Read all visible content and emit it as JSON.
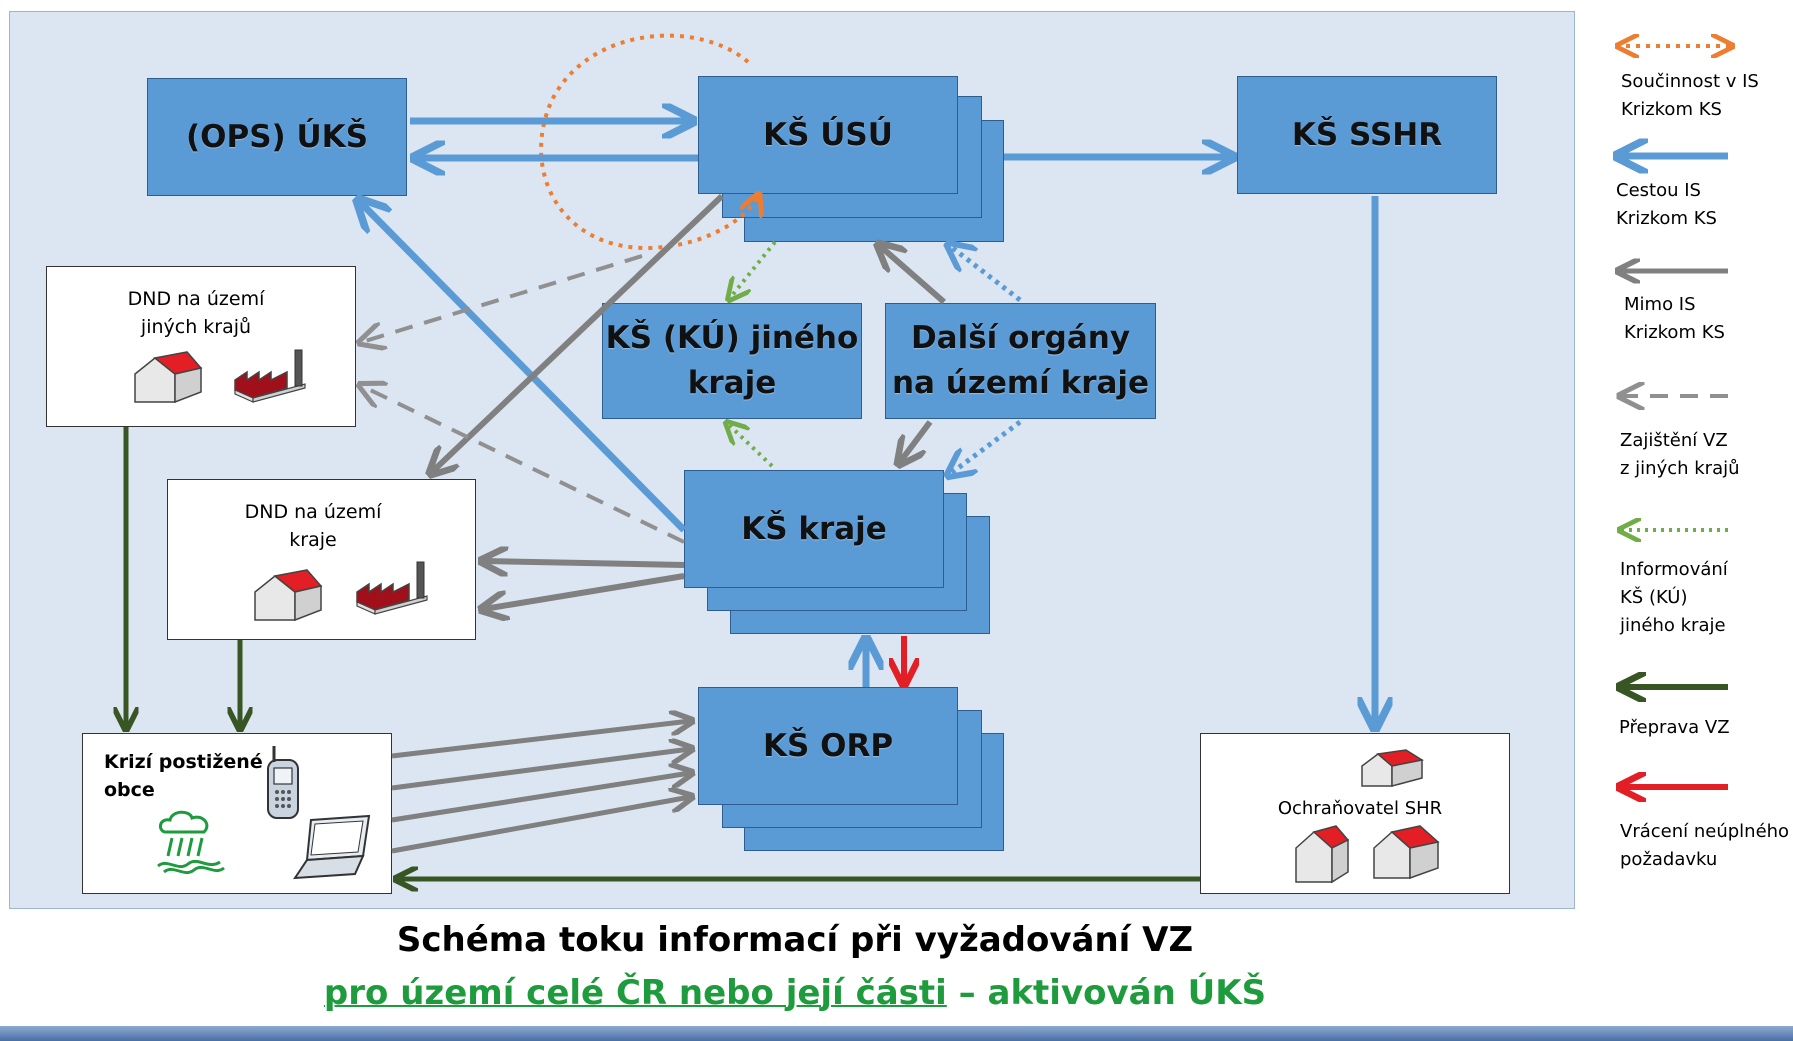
{
  "boxes": {
    "ops_uks": "(OPS) ÚKŠ",
    "ks_usu": "KŠ ÚSÚ",
    "ks_sshr": "KŠ SSHR",
    "ks_ku_jineho_line1": "KŠ (KÚ) jiného",
    "ks_ku_jineho_line2": "kraje",
    "dalsi_organy_line1": "Další orgány",
    "dalsi_organy_line2": "na území kraje",
    "ks_kraje": "KŠ kraje",
    "ks_orp": "KŠ ORP"
  },
  "white_boxes": {
    "dnd_jinych_line1": "DND na území",
    "dnd_jinych_line2": "jiných krajů",
    "dnd_kraje_line1": "DND na území",
    "dnd_kraje_line2": "kraje",
    "krizi_line1": "Krizí postižené",
    "krizi_line2": "obce",
    "ochranovatel": "Ochraňovatel SHR"
  },
  "legend": {
    "soucinnost_line1": "Součinnost v IS",
    "soucinnost_line2": "Krizkom KS",
    "cestou_line1": "Cestou IS",
    "cestou_line2": "Krizkom KS",
    "mimo_line1": "Mimo IS",
    "mimo_line2": "Krizkom KS",
    "zajisteni_line1": "Zajištění VZ",
    "zajisteni_line2": "z jiných krajů",
    "informovani_line1": "Informování",
    "informovani_line2": "KŠ (KÚ)",
    "informovani_line3": "jiného kraje",
    "preprava": "Přeprava VZ",
    "vraceni_line1": "Vrácení neúplného",
    "vraceni_line2": "požadavku"
  },
  "title": {
    "line1": "Schéma toku informací při vyžadování VZ",
    "line2_underlined": "pro území celé ČR nebo její části",
    "line2_rest": " – aktivován ÚKŠ"
  },
  "colors": {
    "box_blue": "#5b9bd5",
    "arrow_blue": "#5b9bd5",
    "arrow_gray": "#808080",
    "arrow_orange": "#ed7d31",
    "arrow_green_dotted": "#70ad47",
    "arrow_dark_green": "#375623",
    "arrow_red": "#e31e24",
    "title_green": "#1e9b3c",
    "panel_bg": "#dce6f2"
  }
}
